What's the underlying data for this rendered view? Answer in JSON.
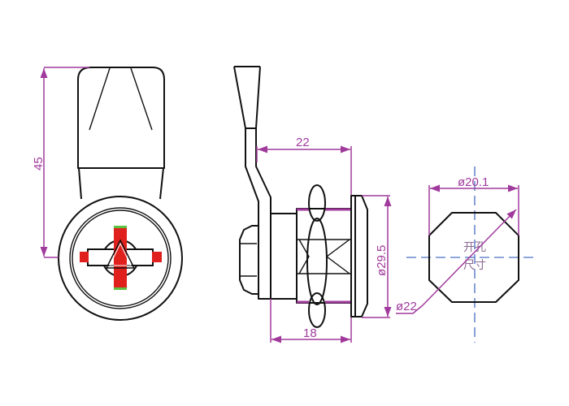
{
  "front_view": {
    "height_dim": "45"
  },
  "side_view": {
    "offset_dim": "22",
    "diameter_dim": "ø29.5",
    "body_dim": "18"
  },
  "cutout_view": {
    "width_dim": "ø20.1",
    "diagonal_dim": "ø22",
    "label_line1": "开孔",
    "label_line2": "尺寸"
  },
  "colors": {
    "dimension": "#a03a9c",
    "centerline": "#4a6fc4",
    "key_red": "#e0201c",
    "key_green": "#5cc040"
  }
}
